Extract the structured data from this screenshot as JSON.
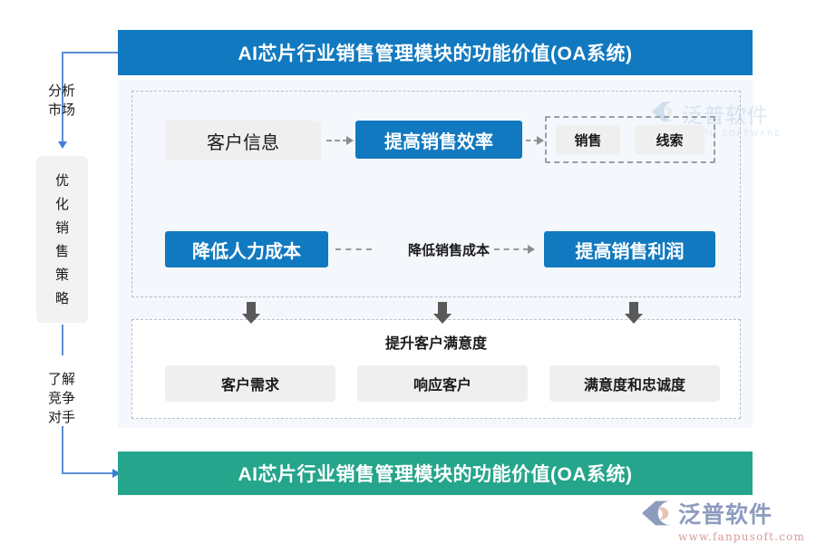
{
  "header": {
    "title": "AI芯片行业销售管理模块的功能价值(OA系统)",
    "color": "#1179c0"
  },
  "footer": {
    "title": "AI芯片行业销售管理模块的功能价值(OA系统)",
    "color": "#25a58b"
  },
  "sidebar": {
    "top_label": "分析\n市场",
    "top_label_line1": "分析",
    "top_label_line2": "市场",
    "box_chars": [
      "优",
      "化",
      "销",
      "售",
      "策",
      "略"
    ],
    "box_label": "优化销售策略",
    "bottom_label_line1": "了解",
    "bottom_label_line2": "竞争",
    "bottom_label_line3": "对手",
    "bottom_label": "了解竞争对手"
  },
  "row1": {
    "source": "客户信息",
    "outcome": "提高销售效率",
    "group_items": [
      "销售",
      "线索"
    ]
  },
  "row2": {
    "left": "降低人力成本",
    "middle_label": "降低销售成本",
    "right": "提高销售利润"
  },
  "satisfaction": {
    "title": "提升客户满意度",
    "items": [
      "客户需求",
      "响应客户",
      "满意度和忠诚度"
    ]
  },
  "watermark_top": {
    "cn": "泛普软件",
    "en": "FANPU SOFTWARE"
  },
  "logo_bottom": {
    "cn": "泛普软件",
    "url": "www.fanpusoft.com"
  }
}
